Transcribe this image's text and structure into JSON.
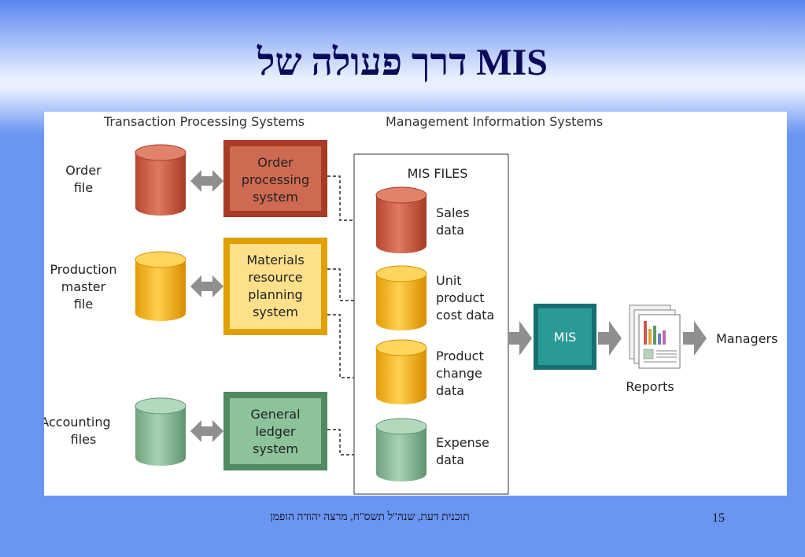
{
  "slide": {
    "title": "דרך פעולה של MIS",
    "footer": "תוכנית דעת, שנה\"ל תשס\"ח, מרצה יהודה הופמן",
    "page_number": "15"
  },
  "diagram": {
    "header_tps": "Transaction Processing Systems",
    "header_mis": "Management Information Systems",
    "files": [
      {
        "lines": [
          "Order",
          "file"
        ]
      },
      {
        "lines": [
          "Production",
          "master",
          "file"
        ]
      },
      {
        "lines": [
          "Accounting",
          "files"
        ]
      }
    ],
    "systems": [
      {
        "lines": [
          "Order",
          "processing",
          "system"
        ]
      },
      {
        "lines": [
          "Materials",
          "resource",
          "planning",
          "system"
        ]
      },
      {
        "lines": [
          "General",
          "ledger",
          "system"
        ]
      }
    ],
    "mis_files_label": "MIS FILES",
    "mis_files": [
      {
        "lines": [
          "Sales",
          "data"
        ]
      },
      {
        "lines": [
          "Unit",
          "product",
          "cost data"
        ]
      },
      {
        "lines": [
          "Product",
          "change",
          "data"
        ]
      },
      {
        "lines": [
          "Expense",
          "data"
        ]
      }
    ],
    "mis_box_label": "MIS",
    "reports_label": "Reports",
    "managers_label": "Managers",
    "colors": {
      "red": "#c8553f",
      "orange": "#f5b419",
      "green": "#7fb58f",
      "teal": "#1d8c8c",
      "arrow_gray": "#8f8f8f"
    }
  }
}
